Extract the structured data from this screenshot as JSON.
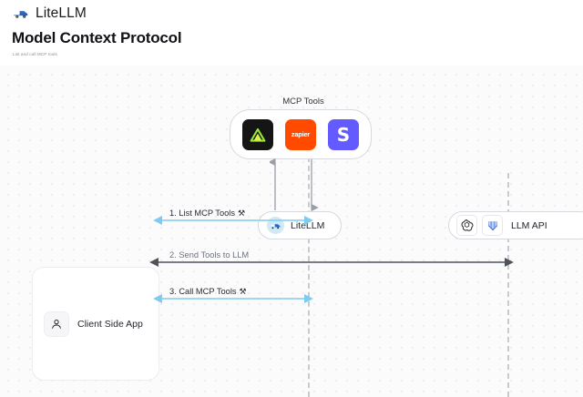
{
  "brand": {
    "name": "LiteLLM",
    "logo_icon": "litellm-truck-logo-icon"
  },
  "header": {
    "title": "Model Context Protocol",
    "subtitle": "List and call MCP tools"
  },
  "diagram": {
    "mcp_group": {
      "label": "MCP Tools",
      "tools": [
        {
          "name": "triangle-tool-icon",
          "label": "",
          "bg": "#151515",
          "fg": "#a3e635"
        },
        {
          "name": "zapier-tool-icon",
          "label": "zapier",
          "bg": "#ff4a00",
          "fg": "#ffffff"
        },
        {
          "name": "slack-tool-icon",
          "label": "S",
          "bg": "#635bff",
          "fg": "#ffffff"
        }
      ]
    },
    "nodes": {
      "litellm": {
        "label": "LiteLLM",
        "icon": "litellm-avatar-icon"
      },
      "llm_api": {
        "label": "LLM API",
        "icons": [
          "openai-logo-icon",
          "gemini-logo-icon"
        ]
      },
      "client": {
        "label": "Client Side App",
        "icon": "user-person-icon"
      }
    },
    "messages": [
      {
        "id": 1,
        "label": "1. List MCP Tools",
        "glyph": "⚒",
        "color": "#7ecbf0",
        "direction": "both"
      },
      {
        "id": 2,
        "label": "2. Send Tools to LLM",
        "glyph": "",
        "color": "#5a5e66",
        "direction": "both"
      },
      {
        "id": 3,
        "label": "3. Call MCP Tools",
        "glyph": "⚒",
        "color": "#7ecbf0",
        "direction": "both"
      }
    ]
  },
  "colors": {
    "accent_blue": "#7ecbf0",
    "arrow_gray": "#5a5e66",
    "lifeline": "#c9cace",
    "canvas_bg": "#fbfbfc"
  }
}
